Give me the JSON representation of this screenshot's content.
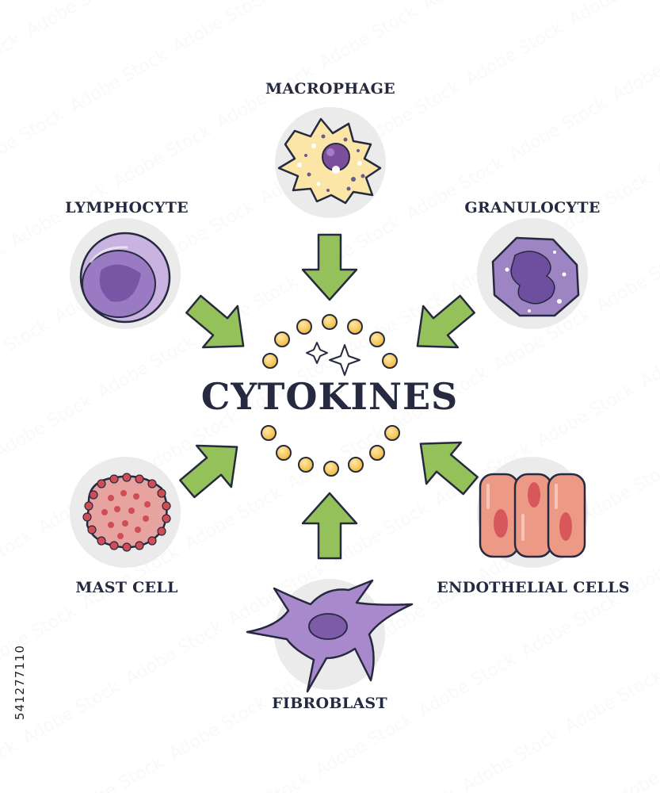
{
  "title": "CYTOKINES",
  "cells": {
    "macrophage": "MACROPHAGE",
    "lymphocyte": "LYMPHOCYTE",
    "granulocyte": "GRANULOCYTE",
    "mast_cell": "MAST CELL",
    "endothelial": "ENDOTHELIAL CELLS",
    "fibroblast": "FIBROBLAST"
  },
  "stock_id": "541277110",
  "colors": {
    "text": "#262a40",
    "arrow_fill": "#95c15a",
    "bubble_bg": "#ebebeb",
    "dot_fill": "#f6c24a",
    "macrophage": "#fbe6a8",
    "lymphocyte": "#b79ad2",
    "granulocyte": "#9d84c2",
    "mast_cell": "#d96565",
    "endothelial": "#ec9a86",
    "fibroblast": "#a889cb"
  }
}
